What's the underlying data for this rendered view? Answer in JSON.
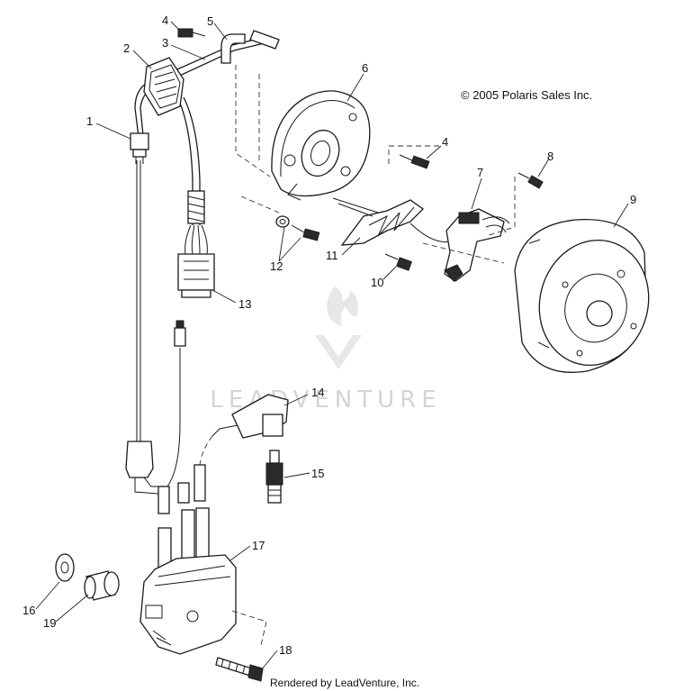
{
  "copyright": "© 2005 Polaris Sales Inc.",
  "rendered_by": "Rendered by LeadVenture, Inc.",
  "watermark": "LEADVENTURE",
  "callouts": [
    "1",
    "2",
    "3",
    "4",
    "5",
    "6",
    "4",
    "8",
    "9",
    "7",
    "11",
    "10",
    "12",
    "13",
    "14",
    "15",
    "16",
    "17",
    "18",
    "19"
  ],
  "colors": {
    "ink": "#1a1a1a",
    "watermark": "#d4d4d4"
  }
}
